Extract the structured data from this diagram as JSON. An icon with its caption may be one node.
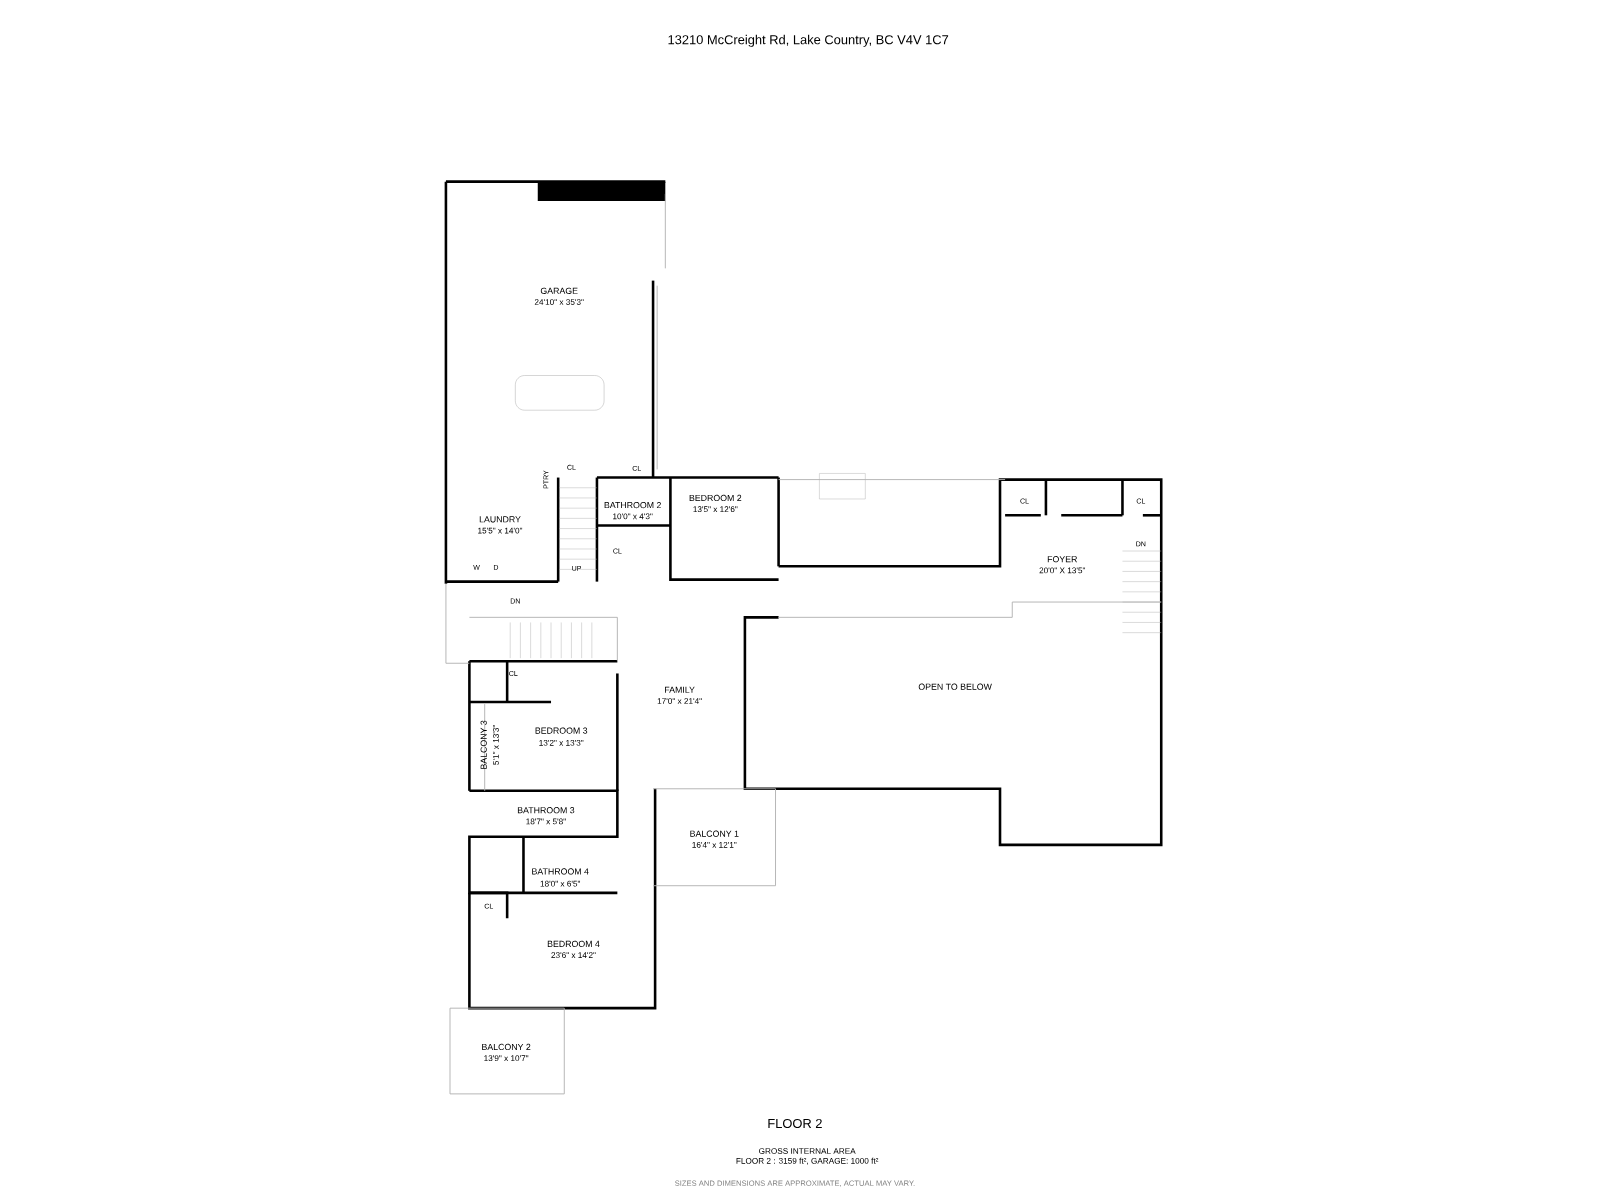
{
  "diagram": {
    "title": "13210 McCreight Rd, Lake Country, BC V4V 1C7",
    "labels": [
      "GARAGE",
      "24'10\" x 35'3\"",
      "PTRY",
      "CL",
      "CL",
      "BATHROOM 2",
      "10'0\" x 4'3\"",
      "LAUNDRY",
      "15'5\" x 14'0\"",
      "BEDROOM 2",
      "13'5\" x 12'6\"",
      "CL",
      "CL",
      "CL",
      "W",
      "D",
      "UP",
      "FOYER",
      "20'0\" X 13'5\"",
      "DN",
      "DN",
      "CL",
      "FAMILY",
      "17'0\" x 21'4\"",
      "OPEN TO BELOW",
      "BEDROOM 3",
      "13'2\" x 13'3\"",
      "BALCONY 3",
      "5'1\" x 13'3\"",
      "BATHROOM 3",
      "18'7\" x 5'8\"",
      "BALCONY 1",
      "16'4\" x 12'1\"",
      "BATHROOM 4",
      "18'0\" x 6'5\"",
      "CL",
      "BEDROOM 4",
      "23'6\" x 14'2\"",
      "BALCONY 2",
      "13'9\" x 10'7\"",
      "FLOOR 2",
      "GROSS INTERNAL AREA",
      "FLOOR 2 : 3159 ft², GARAGE: 1000 ft²",
      "SIZES AND DIMENSIONS ARE APPROXIMATE, ACTUAL MAY VARY."
    ]
  }
}
